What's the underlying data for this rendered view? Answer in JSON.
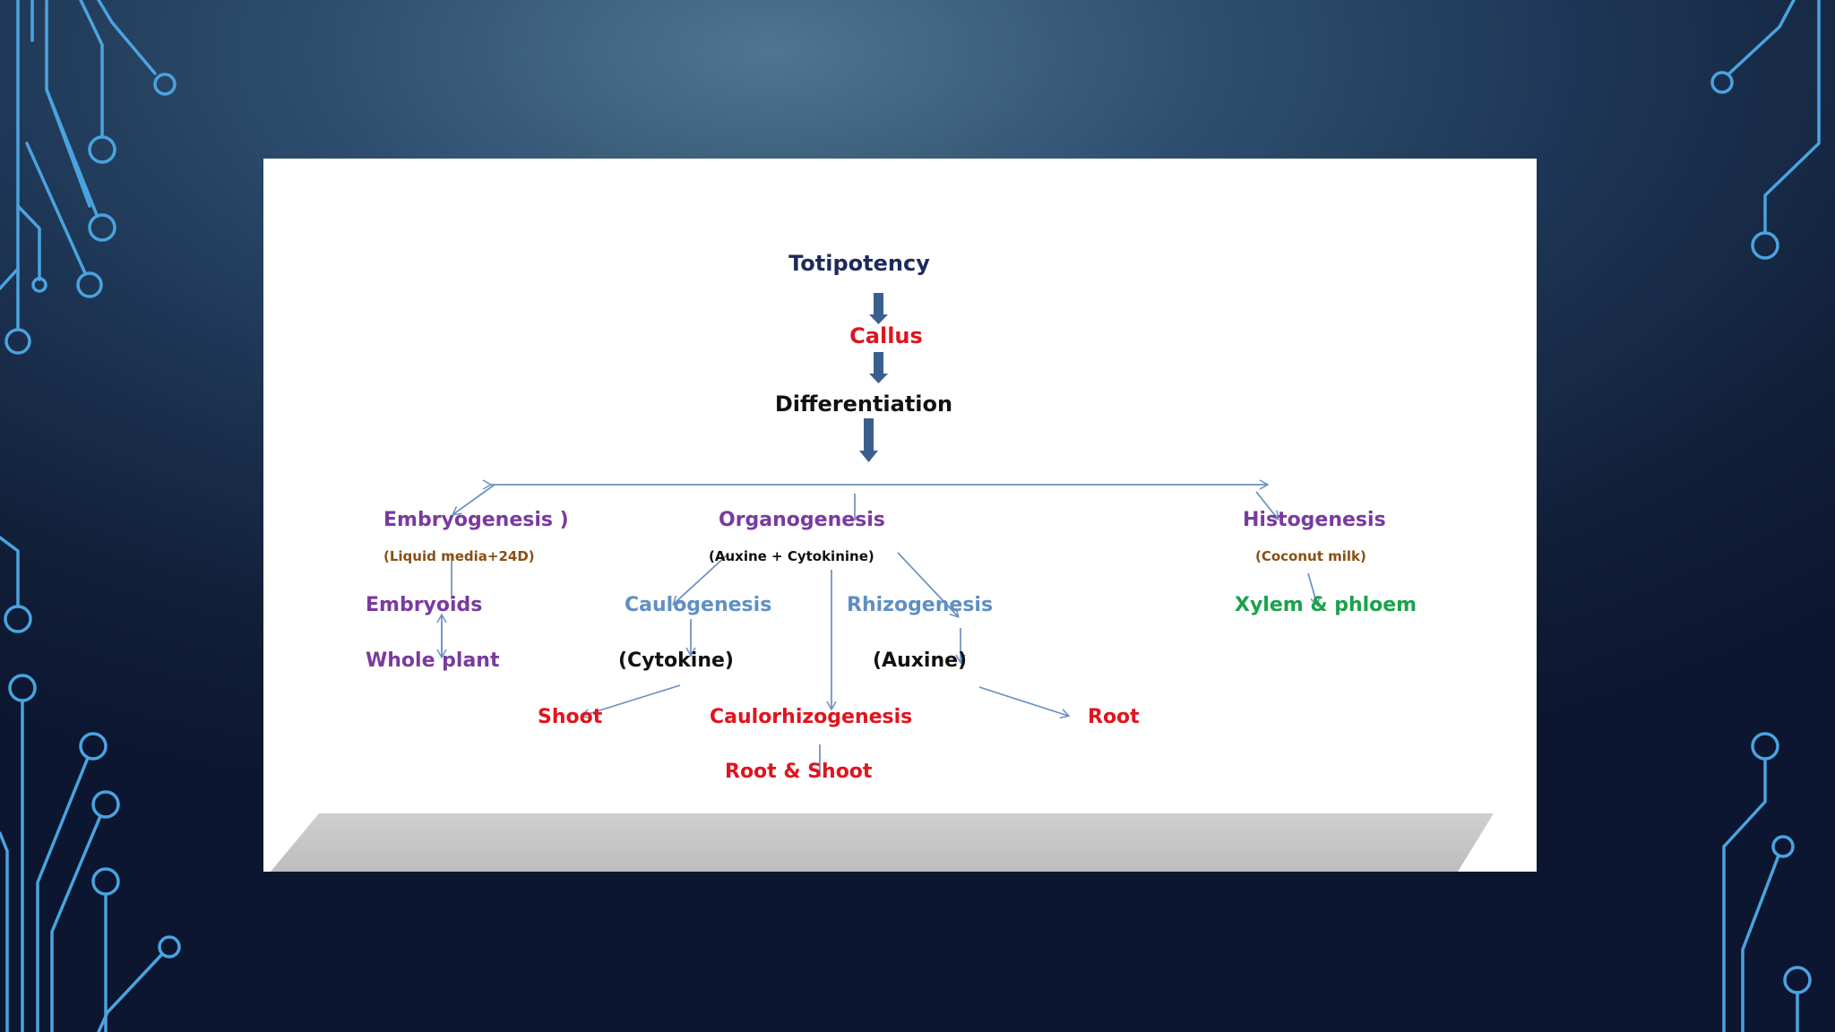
{
  "diagram": {
    "root": "Totipotency",
    "callus": "Callus",
    "differentiation": "Differentiation",
    "embryogenesis": {
      "title": "Embryogenesis )",
      "media": "(Liquid media+24D)",
      "embryoids": "Embryoids",
      "whole_plant": "Whole plant"
    },
    "organogenesis": {
      "title": "Organogenesis",
      "hormones": "(Auxine + Cytokinine)",
      "caulogenesis": "Caulogenesis",
      "rhizogenesis": "Rhizogenesis",
      "cytokine": "(Cytokine)",
      "auxine": "(Auxine)",
      "shoot": "Shoot",
      "caulorhizogenesis": "Caulorhizogenesis",
      "root": "Root",
      "root_and_shoot": "Root & Shoot"
    },
    "histogenesis": {
      "title": "Histogenesis",
      "media": "(Coconut milk)",
      "xylem_phloem": "Xylem & phloem"
    }
  },
  "colors": {
    "navy": "#1e2a5c",
    "red": "#e0141e",
    "black": "#111111",
    "purple": "#7a3a9e",
    "steel_blue": "#5f8fc4",
    "brown": "#8a4f12",
    "green": "#19a34a",
    "arrow": "#3a5f8e",
    "circuit": "#4aa3e0"
  }
}
